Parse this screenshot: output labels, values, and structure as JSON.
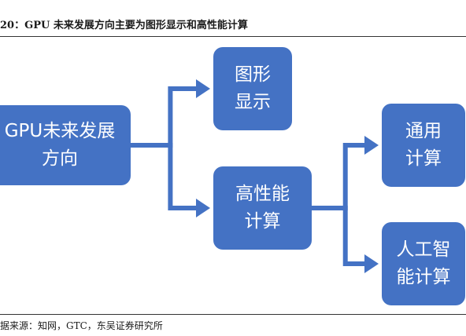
{
  "header": {
    "title": "20：GPU 未来发展方向主要为图形显示和高性能计算"
  },
  "colors": {
    "node_fill": "#4472C4",
    "node_text": "#FFFFFF",
    "edge": "#4472C4"
  },
  "diagram": {
    "nodes": {
      "root": {
        "line1": "GPU未来发展",
        "line2": "方向"
      },
      "graphics": {
        "line1": "图形",
        "line2": "显示"
      },
      "hpc": {
        "line1": "高性能",
        "line2": "计算"
      },
      "general": {
        "line1": "通用",
        "line2": "计算"
      },
      "ai": {
        "line1": "人工智",
        "line2": "能计算"
      }
    },
    "edges": [
      {
        "from": "root",
        "to": "graphics"
      },
      {
        "from": "root",
        "to": "hpc"
      },
      {
        "from": "hpc",
        "to": "general"
      },
      {
        "from": "hpc",
        "to": "ai"
      }
    ]
  },
  "footer": {
    "source": "据来源：知网，GTC，东吴证券研究所"
  }
}
